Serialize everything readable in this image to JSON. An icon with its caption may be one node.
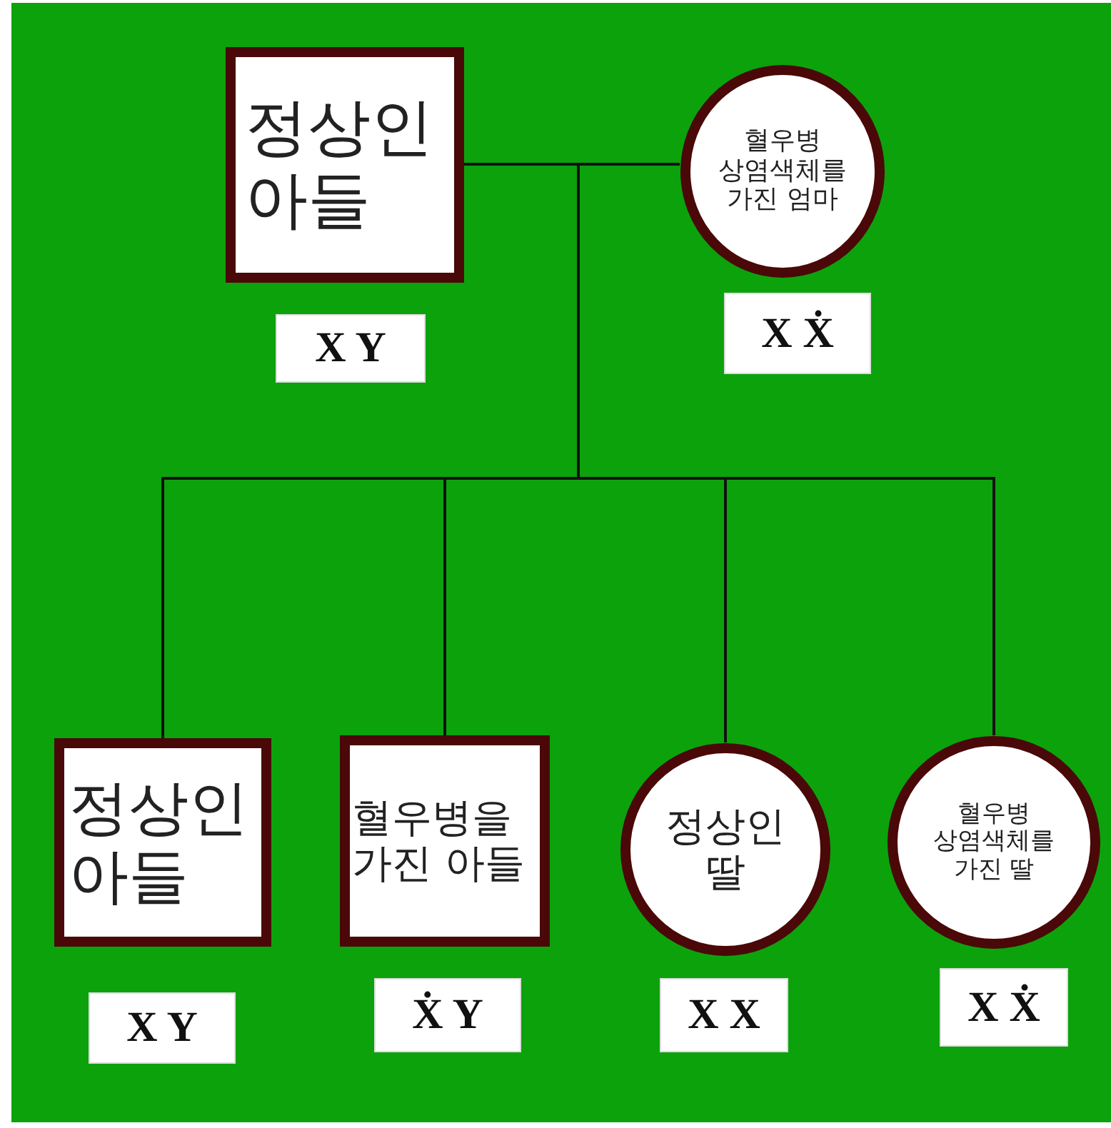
{
  "diagram": {
    "nodes": [
      {
        "text": [
          "정상인 아들"
        ]
      },
      {
        "text": [
          "혈우병 상염색체를 가진 엄마"
        ]
      },
      {
        "text": [
          "X Y"
        ]
      },
      {
        "text": [
          "X Ẋ"
        ]
      },
      {
        "text": [
          "정상인 아들"
        ]
      },
      {
        "text": [
          "혈우병을 가진 아들"
        ]
      },
      {
        "text": [
          "정상인 딸"
        ]
      },
      {
        "text": [
          "혈우병 상염색체를 가진 딸"
        ]
      },
      {
        "text": [
          "X Y"
        ]
      },
      {
        "text": [
          "Ẋ Y"
        ]
      },
      {
        "text": [
          "X X"
        ]
      },
      {
        "text": [
          "X Ẋ"
        ]
      }
    ],
    "edges": [
      {
        "from": 0,
        "to": 1,
        "arrow": "none"
      },
      {
        "from": 0,
        "to": 4,
        "arrow": "none"
      },
      {
        "from": 0,
        "to": 5,
        "arrow": "none"
      },
      {
        "from": 0,
        "to": 6,
        "arrow": "none"
      },
      {
        "from": 0,
        "to": 7,
        "arrow": "none"
      },
      {
        "from": 1,
        "to": 4,
        "arrow": "none"
      },
      {
        "from": 1,
        "to": 5,
        "arrow": "none"
      },
      {
        "from": 1,
        "to": 6,
        "arrow": "none"
      },
      {
        "from": 1,
        "to": 7,
        "arrow": "none"
      }
    ]
  }
}
